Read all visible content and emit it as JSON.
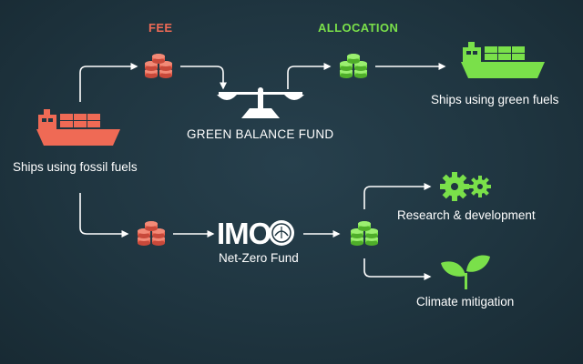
{
  "headers": {
    "fee": "FEE",
    "allocation": "ALLOCATION"
  },
  "nodes": {
    "fossil_ships": "Ships using fossil fuels",
    "green_ships": "Ships using green fuels",
    "green_balance_fund": "GREEN BALANCE FUND",
    "imo_logo_text": "IMO",
    "net_zero_fund": "Net-Zero Fund",
    "research": "Research & development",
    "climate": "Climate mitigation"
  },
  "colors": {
    "background": "#1f3540",
    "fee_red": "#ef6a55",
    "fee_red_dark": "#c8493a",
    "allocation_green": "#7ae04a",
    "green_dark": "#4fae2a",
    "arrow": "#ffffff"
  },
  "icons": {
    "fossil_ship": "cargo-ship-icon",
    "green_ship": "cargo-ship-icon",
    "fee_coins": "coin-stack-icon",
    "allocation_coins": "coin-stack-icon",
    "balance": "balance-scale-icon",
    "imo": "imo-logo",
    "gears": "gears-icon",
    "leaf": "sprout-icon"
  }
}
